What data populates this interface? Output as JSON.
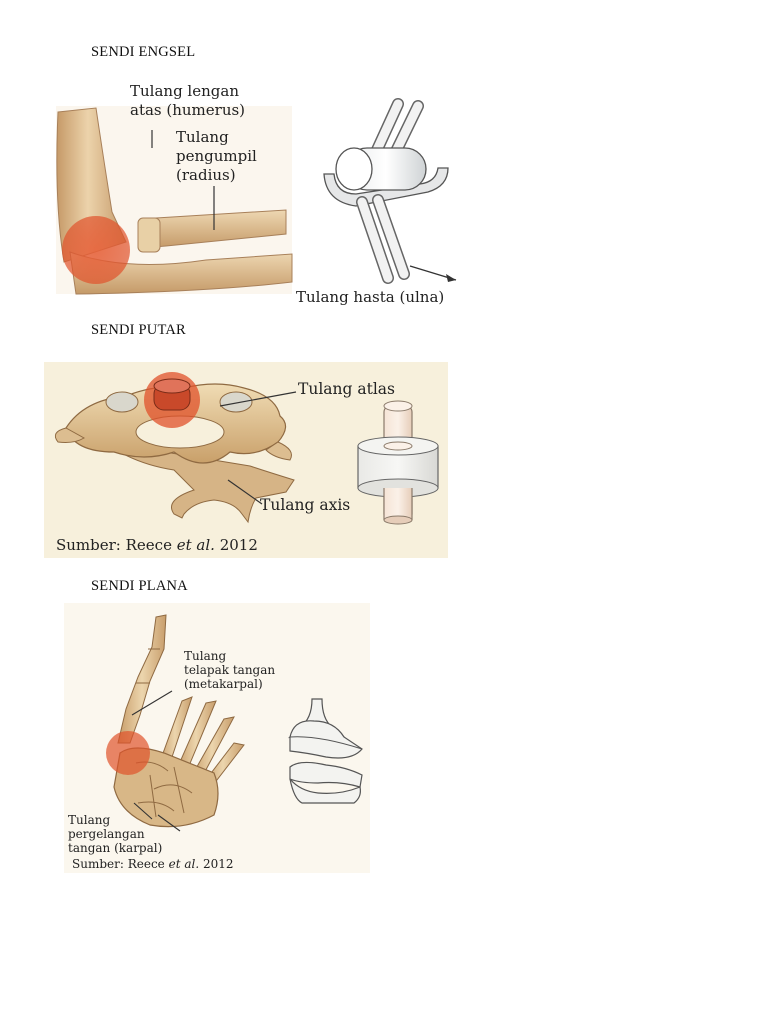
{
  "sections": [
    {
      "heading": "SENDI ENGSEL",
      "labels": {
        "humerus": "Tulang lengan\natas (humerus)",
        "radius": "Tulang\npengumpil\n(radius)",
        "ulna": "Tulang hasta (ulna)"
      },
      "icon": "hinge-joint-icon"
    },
    {
      "heading": "SENDI PUTAR",
      "labels": {
        "atlas": "Tulang atlas",
        "axis": "Tulang axis"
      },
      "source": {
        "prefix": "Sumber: Reece ",
        "italic": "et al.",
        "year": " 2012"
      },
      "icon": "pivot-joint-icon"
    },
    {
      "heading": "SENDI PLANA",
      "labels": {
        "metakarpal": "Tulang\ntelapak tangan\n(metakarpal)",
        "karpal": "Tulang\npergelangan\ntangan (karpal)"
      },
      "source": {
        "prefix": "Sumber: Reece ",
        "italic": "et al.",
        "year": " 2012"
      },
      "icon": "plane-joint-icon"
    }
  ],
  "colors": {
    "bone": "#e3c79c",
    "bone_shadow": "#b88f5e",
    "highlight": "#e0522b",
    "panel_bg": "#f7f0dc",
    "model_fill": "#f1f1ee",
    "model_stroke": "#555555"
  }
}
